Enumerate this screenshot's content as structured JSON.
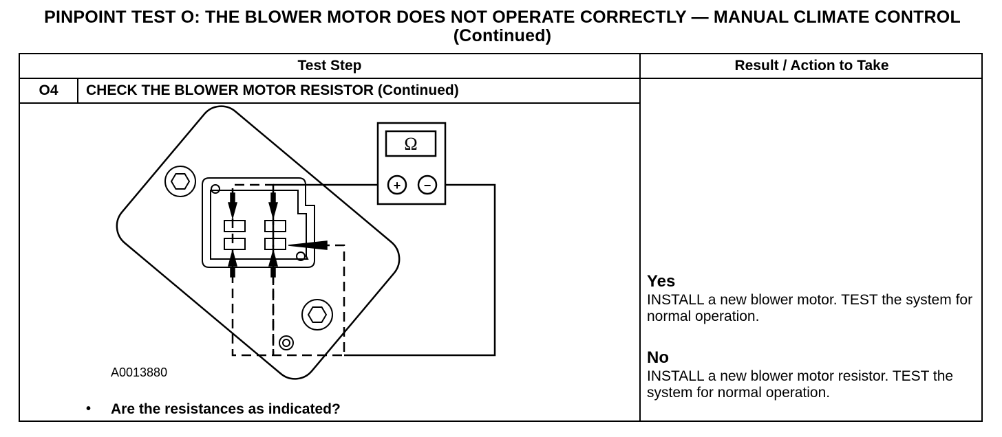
{
  "title": "PINPOINT TEST  O: THE BLOWER MOTOR DOES NOT OPERATE CORRECTLY — MANUAL CLIMATE CONTROL (Continued)",
  "headers": {
    "test_step": "Test Step",
    "result": "Result / Action to Take"
  },
  "step": {
    "number": "O4",
    "title": "CHECK THE BLOWER MOTOR RESISTOR (Continued)",
    "figure_code": "A0013880",
    "bullet": "•",
    "question": "Are the resistances as indicated?"
  },
  "meter": {
    "display": "Ω",
    "plus": "+",
    "minus": "−"
  },
  "results": {
    "yes_label": "Yes",
    "yes_text": "INSTALL a new blower motor. TEST the system for normal operation.",
    "no_label": "No",
    "no_text": "INSTALL a new blower motor resistor. TEST the system for normal operation."
  },
  "icons": [
    "ohmmeter-icon",
    "blower-resistor-diagram"
  ]
}
